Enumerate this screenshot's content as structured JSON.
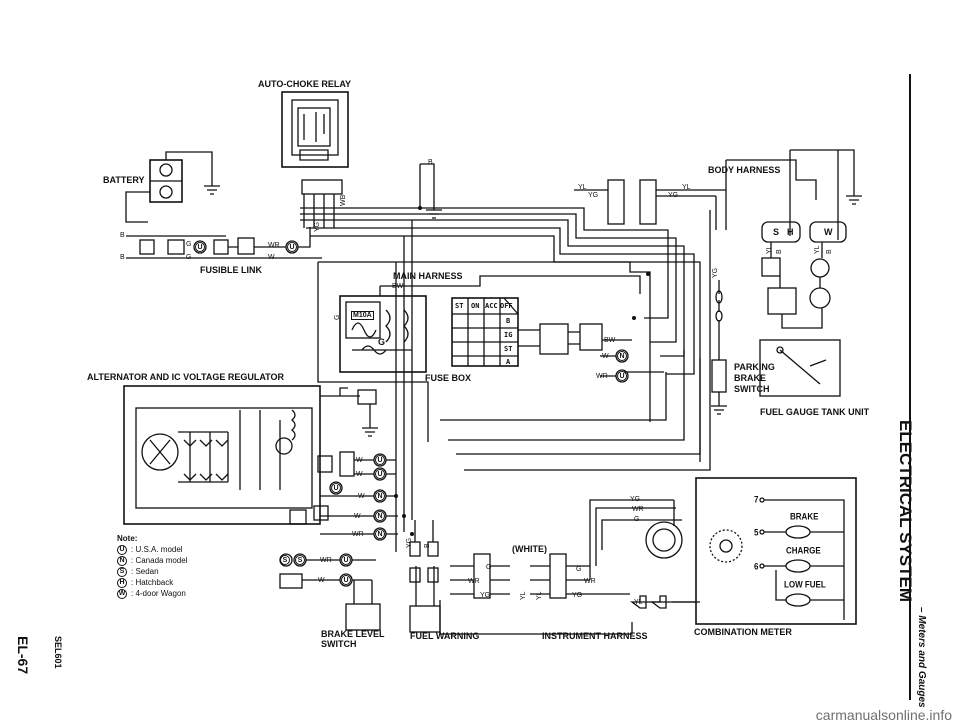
{
  "labels": {
    "auto_choke": "AUTO-CHOKE RELAY",
    "battery": "BATTERY",
    "fusible_link": "FUSIBLE LINK",
    "main_harness": "MAIN HARNESS",
    "body_harness": "BODY HARNESS",
    "alternator": "ALTERNATOR AND IC VOLTAGE REGULATOR",
    "fuse_box": "FUSE BOX",
    "parking_brake": [
      "PARKING",
      "BRAKE",
      "SWITCH"
    ],
    "fuel_gauge": "FUEL GAUGE TANK UNIT",
    "white": "(WHITE)",
    "brake_level": [
      "BRAKE LEVEL",
      "SWITCH"
    ],
    "fuel_warning": "FUEL WARNING",
    "instrument_harness": "INSTRUMENT HARNESS",
    "combination_meter": "COMBINATION METER"
  },
  "fuse_table": {
    "header": [
      "ST",
      "ON",
      "ACC",
      "OFF"
    ],
    "rows": [
      "B",
      "IG",
      "ST",
      "A"
    ]
  },
  "relay_box": {
    "m10a": "M10A",
    "g": "G"
  },
  "meter_items": {
    "n7": "7",
    "brake": "BRAKE",
    "n5": "5",
    "charge": "CHARGE",
    "n6": "6",
    "low_fuel": "LOW FUEL"
  },
  "note": {
    "title": "Note:",
    "items": [
      {
        "sym": "U",
        "text": ": U.S.A. model"
      },
      {
        "sym": "N",
        "text": ": Canada model"
      },
      {
        "sym": "S",
        "text": ": Sedan"
      },
      {
        "sym": "H",
        "text": ": Hatchback"
      },
      {
        "sym": "W",
        "text": ": 4-door Wagon"
      }
    ]
  },
  "wires": {
    "b": "B",
    "g": "G",
    "w": "W",
    "wr": "WR",
    "bw": "BW",
    "yl": "YL",
    "yg": "YG",
    "wb": "WB"
  },
  "sym": {
    "u": "U",
    "n": "N",
    "s": "S",
    "h": "H",
    "w": "W"
  },
  "side": {
    "title": "ELECTRICAL SYSTEM",
    "subtitle": "– Meters and Gauges"
  },
  "page_code": "EL-67",
  "sel_code": "SEL601",
  "footer": "carmanualsonline.info"
}
